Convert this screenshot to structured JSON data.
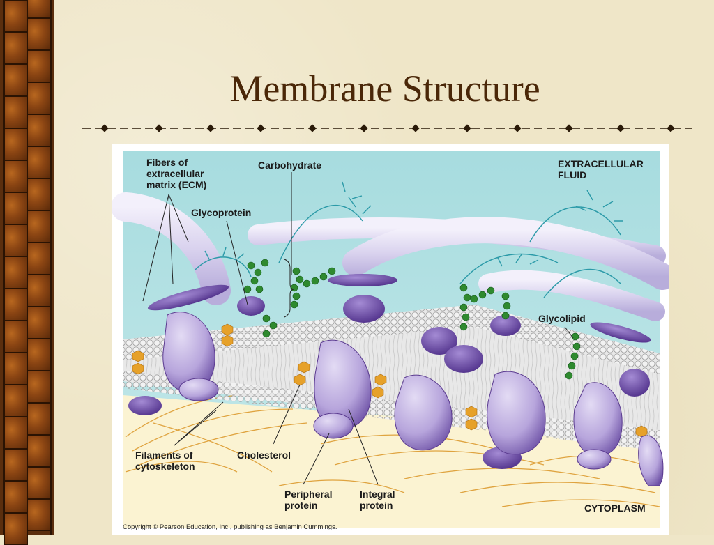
{
  "slide": {
    "title": "Membrane Structure"
  },
  "figure": {
    "labels": {
      "fibers_ecm": "Fibers of\nextracellular\nmatrix (ECM)",
      "carbohydrate": "Carbohydrate",
      "glycoprotein": "Glycoprotein",
      "extracellular_fluid": "EXTRACELLULAR\nFLUID",
      "glycolipid": "Glycolipid",
      "filaments": "Filaments of\ncytoskeleton",
      "cholesterol": "Cholesterol",
      "peripheral_protein": "Peripheral\nprotein",
      "integral_protein": "Integral\nprotein",
      "cytoplasm": "CYTOPLASM"
    },
    "copyright": "Copyright © Pearson Education, Inc., publishing as Benjamin Cummings."
  },
  "colors": {
    "background": "#efe6c8",
    "title": "#4a2708",
    "extracellular": "#b7e1e4",
    "cytoplasm": "#fbf3d2",
    "protein": "#b9a6dc",
    "protein_dark": "#5a3a8f",
    "carbohydrate": "#2f8a2f",
    "cholesterol": "#e6a12a",
    "filaments": "#e0a13a"
  }
}
